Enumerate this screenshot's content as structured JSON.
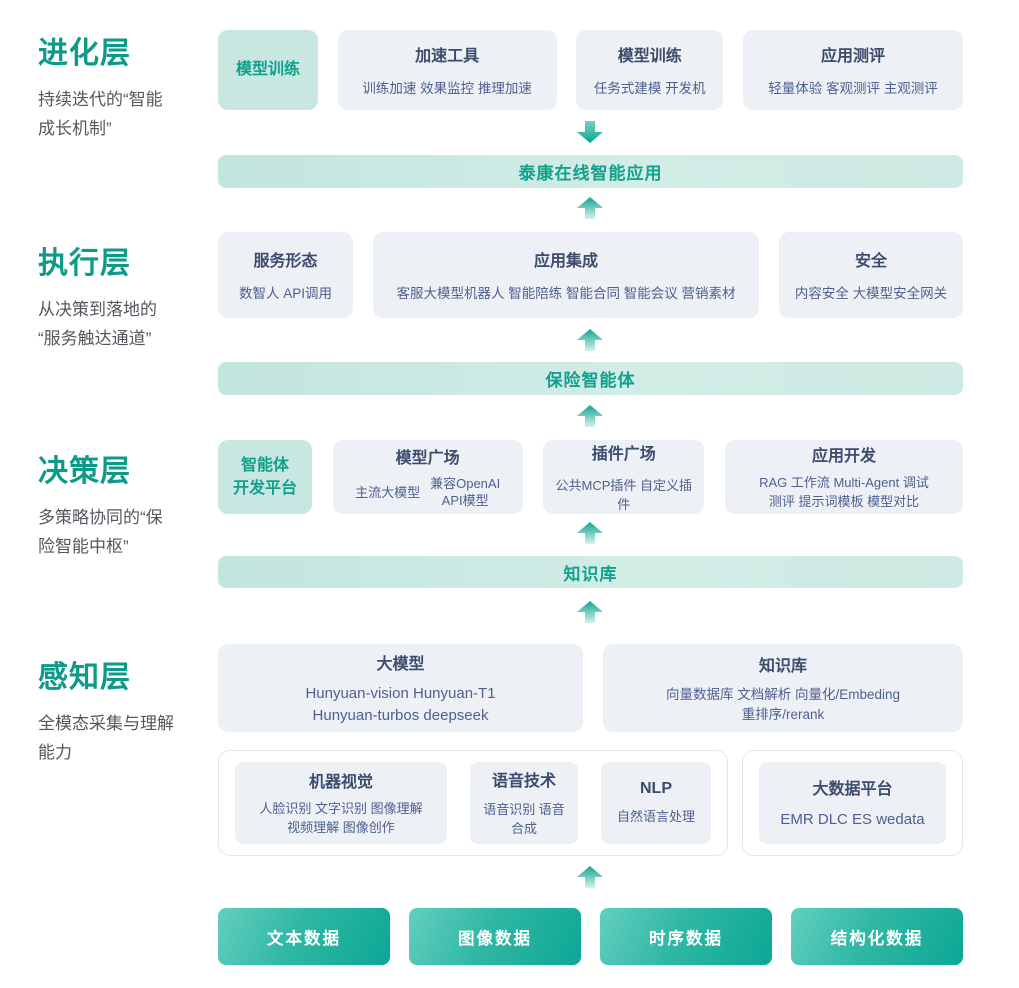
{
  "colors": {
    "accent_green": "#0d9a88",
    "teal_box_bg": "#c9e7e1",
    "teal_box_text": "#12a08d",
    "gray_box_bg": "#edf0f5",
    "box_title_text": "#3c4c6e",
    "box_item_text": "#4f6090",
    "banner_text": "#12a18c",
    "button_gradient_start": "#63cfbf",
    "button_gradient_end": "#0ca795"
  },
  "layers": {
    "evolution": {
      "title": "进化层",
      "desc": "持续迭代的“智能\n成长机制”",
      "highlight": "模型训练",
      "boxes": {
        "accel": {
          "title": "加速工具",
          "items": "训练加速 效果监控 推理加速"
        },
        "train": {
          "title": "模型训练",
          "items": "任务式建模 开发机"
        },
        "eval": {
          "title": "应用测评",
          "items": "轻量体验 客观测评 主观测评"
        }
      }
    },
    "execution": {
      "title": "执行层",
      "desc": "从决策到落地的\n“服务触达通道”",
      "boxes": {
        "service": {
          "title": "服务形态",
          "items": "数智人 API调用"
        },
        "integration": {
          "title": "应用集成",
          "items": "客服大模型机器人 智能陪练 智能合同 智能会议 营销素材"
        },
        "security": {
          "title": "安全",
          "items": "内容安全 大模型安全网关"
        }
      }
    },
    "decision": {
      "title": "决策层",
      "desc": "多策略协同的“保\n险智能中枢”",
      "highlight": "智能体\n开发平台",
      "boxes": {
        "models": {
          "title": "模型广场",
          "item1": "主流大模型",
          "item2": "兼容OpenAI\nAPI模型"
        },
        "plugins": {
          "title": "插件广场",
          "items": "公共MCP插件 自定义插件"
        },
        "appdev": {
          "title": "应用开发",
          "items": "RAG 工作流 Multi-Agent 调试\n测评 提示词模板 模型对比"
        }
      }
    },
    "perception": {
      "title": "感知层",
      "desc": "全模态采集与理解\n能力",
      "boxes": {
        "llm": {
          "title": "大模型",
          "items": "Hunyuan-vision Hunyuan-T1\nHunyuan-turbos deepseek"
        },
        "kb": {
          "title": "知识库",
          "items": "向量数据库 文档解析 向量化/Embeding\n重排序/rerank"
        },
        "cv": {
          "title": "机器视觉",
          "items": "人脸识别 文字识别 图像理解\n视频理解 图像创作"
        },
        "speech": {
          "title": "语音技术",
          "items": "语音识别 语音合成"
        },
        "nlp": {
          "title": "NLP",
          "items": "自然语言处理"
        },
        "bigdata": {
          "title": "大数据平台",
          "items": "EMR DLC ES wedata"
        }
      }
    }
  },
  "banners": {
    "app": "泰康在线智能应用",
    "agent": "保险智能体",
    "knowledge": "知识库"
  },
  "data_sources": {
    "text": "文本数据",
    "image": "图像数据",
    "timeseries": "时序数据",
    "structured": "结构化数据"
  }
}
